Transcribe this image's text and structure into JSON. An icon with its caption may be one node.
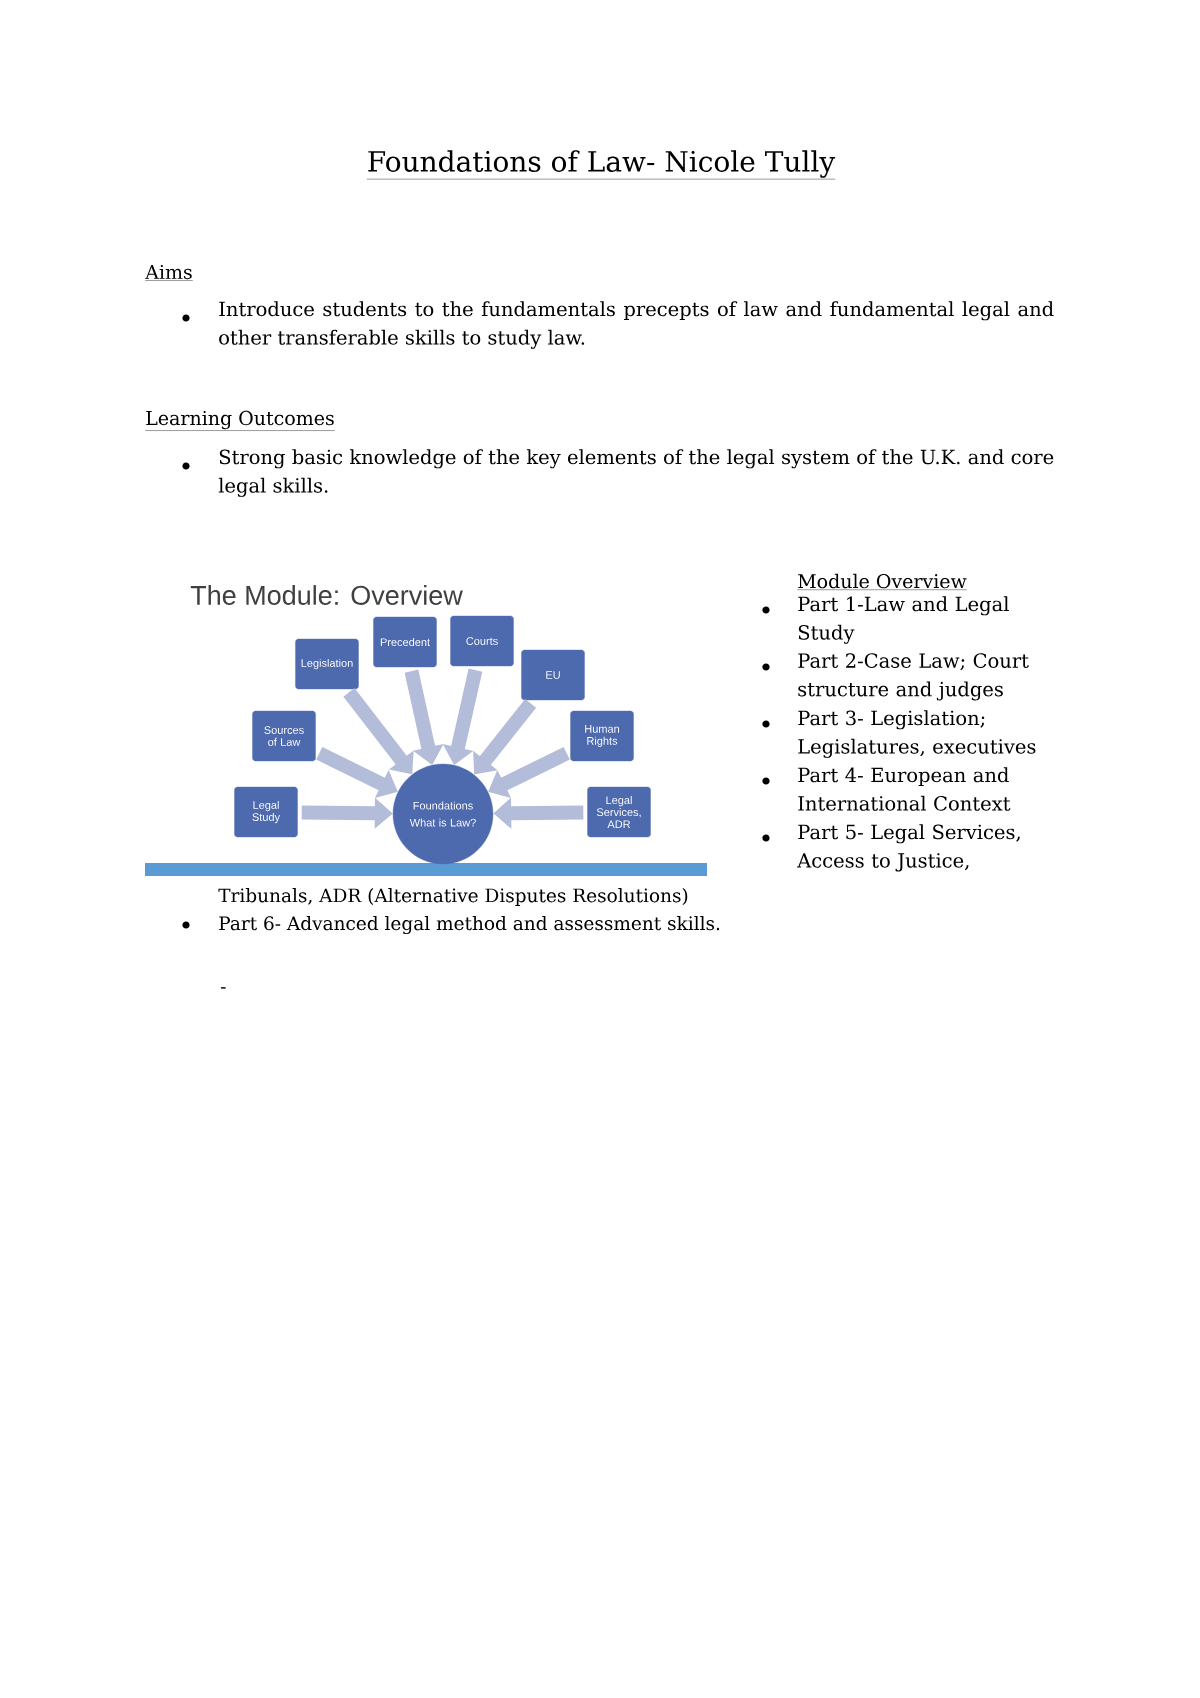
{
  "diagram": {
    "title": "Foundations of Law- Nicole Tully",
    "nodes": [
      {
        "text": [
          "Legal Study"
        ]
      },
      {
        "text": [
          "Sources of Law"
        ]
      },
      {
        "text": [
          "Legislation"
        ]
      },
      {
        "text": [
          "Precedent"
        ]
      },
      {
        "text": [
          "Courts"
        ]
      },
      {
        "text": [
          "EU"
        ]
      },
      {
        "text": [
          "Human Rights"
        ]
      },
      {
        "text": [
          "Legal Services, ADR"
        ]
      },
      {
        "text": [
          "Foundations",
          "What is Law?"
        ]
      }
    ],
    "edges": [
      {
        "from": 0,
        "to": 8,
        "arrow": "to"
      },
      {
        "from": 1,
        "to": 8,
        "arrow": "to"
      },
      {
        "from": 2,
        "to": 8,
        "arrow": "to"
      },
      {
        "from": 3,
        "to": 8,
        "arrow": "to"
      },
      {
        "from": 4,
        "to": 8,
        "arrow": "to"
      },
      {
        "from": 5,
        "to": 8,
        "arrow": "to"
      },
      {
        "from": 6,
        "to": 8,
        "arrow": "to"
      },
      {
        "from": 7,
        "to": 8,
        "arrow": "to"
      }
    ],
    "labels": [
      "Aims",
      "Introduce students to the fundamentals precepts of law and fundamental legal and other transferable skills to study law.",
      "Learning Outcomes",
      "Strong basic knowledge of the key elements of the legal system of the U.K. and core legal skills.",
      "The Module: Overview",
      "Module Overview",
      "Part 1-Law and Legal Study",
      "Part 2-Case Law; Court structure and judges",
      "Part 3- Legislation; Legislatures, executives",
      "Part 4- European and International Context",
      "Part 5- Legal Services, Access to Justice,",
      "Tribunals, ADR (Alternative Disputes Resolutions)",
      "Part 6- Advanced legal method and assessment skills.",
      "-"
    ]
  }
}
